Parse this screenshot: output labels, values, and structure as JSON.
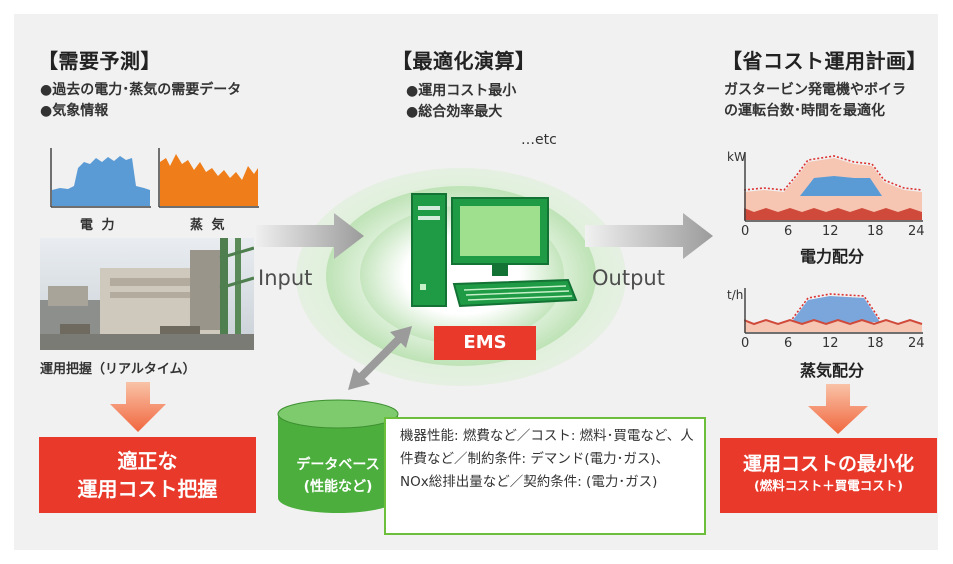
{
  "left": {
    "heading": "【需要予測】",
    "bullets": [
      "●過去の電力･蒸気の需要データ",
      "●気象情報"
    ],
    "chart_labels": [
      "電 力",
      "蒸 気"
    ],
    "photo_caption": "運用把握（リアルタイム）",
    "result_lines": [
      "適正な",
      "運用コスト把握"
    ]
  },
  "center": {
    "heading": "【最適化演算】",
    "bullets": [
      "●運用コスト最小",
      "●総合効率最大"
    ],
    "etc": "…etc",
    "input_label": "Input",
    "output_label": "Output",
    "ems_label": "EMS",
    "db_lines": [
      "データベース",
      "(性能など)"
    ],
    "db_description": "機器性能: 燃費など／コスト: 燃料･買電など、人件費など／制約条件: デマンド(電力･ガス)、NOx総排出量など／契約条件: (電力･ガス)"
  },
  "right": {
    "heading": "【省コスト運用計画】",
    "subtitle_lines": [
      "ガスタービン発電機やボイラ",
      "の運転台数･時間を最適化"
    ],
    "power_chart": {
      "ylabel": "kW",
      "ticks": [
        "0",
        "6",
        "12",
        "18",
        "24"
      ],
      "title": "電力配分"
    },
    "steam_chart": {
      "ylabel": "t/h",
      "ticks": [
        "0",
        "6",
        "12",
        "18",
        "24"
      ],
      "title": "蒸気配分"
    },
    "result_main": "運用コストの最小化",
    "result_sub": "(燃料コスト＋買電コスト)"
  },
  "colors": {
    "accent_red": "#e8392b",
    "arrow_orange": "#f27a4f",
    "ems_green": "#22a34a",
    "glow_green": "#9fd59a",
    "db_green": "#4caf3d",
    "chart_blue": "#5b9bd5",
    "chart_orange": "#ef7d1a",
    "chart_pink": "#f6c6b3",
    "chart_red": "#cf4a3a"
  }
}
